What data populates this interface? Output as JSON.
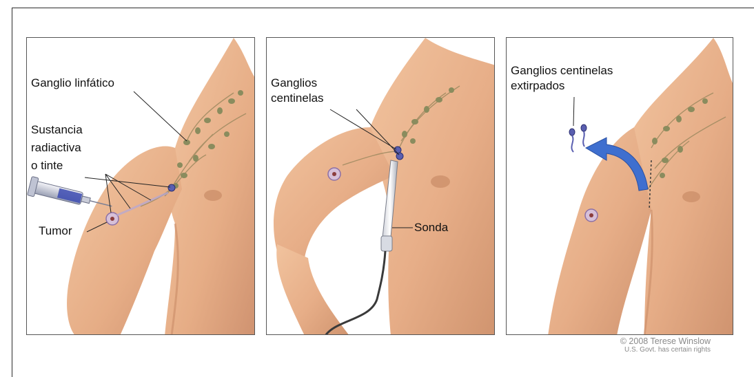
{
  "panels": [
    {
      "labels": {
        "lymph_node": "Ganglio linfático",
        "substance_line1": "Sustancia",
        "substance_line2": "radiactiva",
        "substance_line3": "o tinte",
        "tumor": "Tumor"
      }
    },
    {
      "labels": {
        "sentinel_line1": "Ganglios",
        "sentinel_line2": "centinelas",
        "probe": "Sonda"
      }
    },
    {
      "labels": {
        "removed_line1": "Ganglios centinelas",
        "removed_line2": "extirpados"
      }
    }
  ],
  "credit": {
    "line1": "© 2008 Terese Winslow",
    "line2": "U.S. Govt. has certain rights"
  },
  "colors": {
    "skin": "#e9b48e",
    "skin_shadow": "#c98c67",
    "node": "#7a7d55",
    "tracer": "#5a5fb0",
    "arrow": "#3f6fcf"
  }
}
